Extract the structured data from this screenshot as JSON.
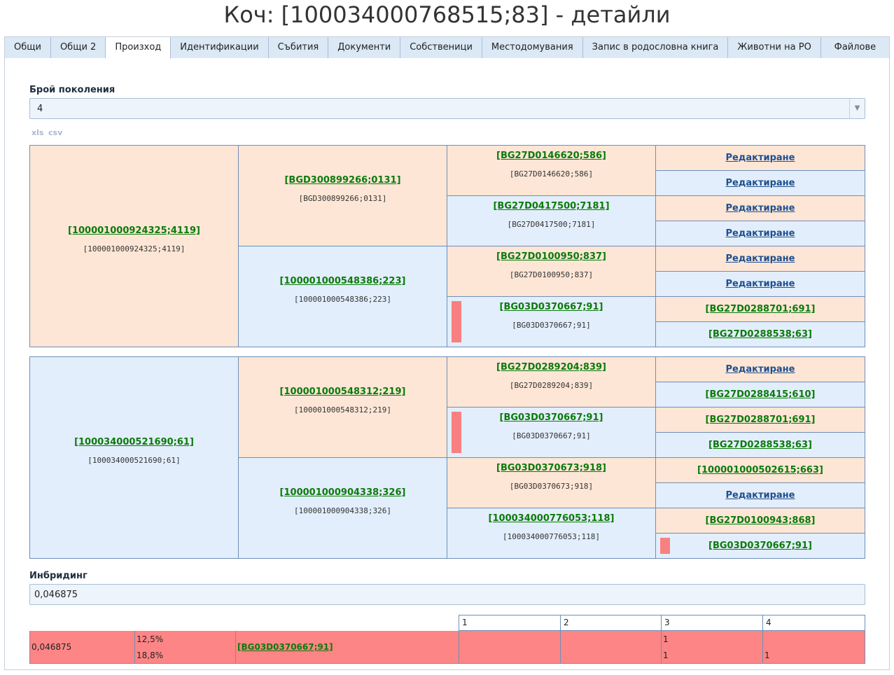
{
  "title": "Коч: [100034000768515;83] - детайли",
  "tabs": [
    "Общи",
    "Общи 2",
    "Произход",
    "Идентификации",
    "Събития",
    "Документи",
    "Собственици",
    "Местодомувания",
    "Запис в родословна книга",
    "Животни на РО",
    "Файлове"
  ],
  "generations": {
    "label": "Брой поколения",
    "value": "4"
  },
  "export": {
    "xls": "xls",
    "csv": "csv"
  },
  "edit_label": "Редактиране",
  "sire": {
    "g1": {
      "link": "[100001000924325;4119]",
      "sub": "[100001000924325;4119]"
    },
    "g2a": {
      "link": "[BGD300899266;0131]",
      "sub": "[BGD300899266;0131]"
    },
    "g2b": {
      "link": "[100001000548386;223]",
      "sub": "[100001000548386;223]"
    },
    "g3a": {
      "link": "[BG27D0146620;586]",
      "sub": "[BG27D0146620;586]"
    },
    "g3b": {
      "link": "[BG27D0417500;7181]",
      "sub": "[BG27D0417500;7181]"
    },
    "g3c": {
      "link": "[BG27D0100950;837]",
      "sub": "[BG27D0100950;837]"
    },
    "g3d": {
      "link": "[BG03D0370667;91]",
      "sub": "[BG03D0370667;91]"
    },
    "g4g": "[BG27D0288701;691]",
    "g4h": "[BG27D0288538;63]"
  },
  "dam": {
    "g1": {
      "link": "[100034000521690;61]",
      "sub": "[100034000521690;61]"
    },
    "g2a": {
      "link": "[100001000548312;219]",
      "sub": "[100001000548312;219]"
    },
    "g2b": {
      "link": "[100001000904338;326]",
      "sub": "[100001000904338;326]"
    },
    "g3a": {
      "link": "[BG27D0289204;839]",
      "sub": "[BG27D0289204;839]"
    },
    "g3b": {
      "link": "[BG03D0370667;91]",
      "sub": "[BG03D0370667;91]"
    },
    "g3c": {
      "link": "[BG03D0370673;918]",
      "sub": "[BG03D0370673;918]"
    },
    "g3d": {
      "link": "[100034000776053;118]",
      "sub": "[100034000776053;118]"
    },
    "g4b": "[BG27D0288415;610]",
    "g4c": "[BG27D0288701;691]",
    "g4d": "[BG27D0288538;63]",
    "g4e": "[100001000502615;663]",
    "g4g": "[BG27D0100943;868]",
    "g4h": "[BG03D0370667;91]"
  },
  "inbreeding": {
    "label": "Инбридинг",
    "value": "0,046875",
    "headers": [
      "1",
      "2",
      "3",
      "4"
    ],
    "row": {
      "coef": "0,046875",
      "pct1": "12,5%",
      "pct2": "18,8%",
      "animal": "[BG03D0370667;91]",
      "g3a": "1",
      "g3b": "1",
      "g4": "1"
    }
  },
  "colors": {
    "marker": "#f98080",
    "peach": "#fde6d6",
    "blue": "#e2eefb",
    "link_green": "#0b7a0b"
  }
}
